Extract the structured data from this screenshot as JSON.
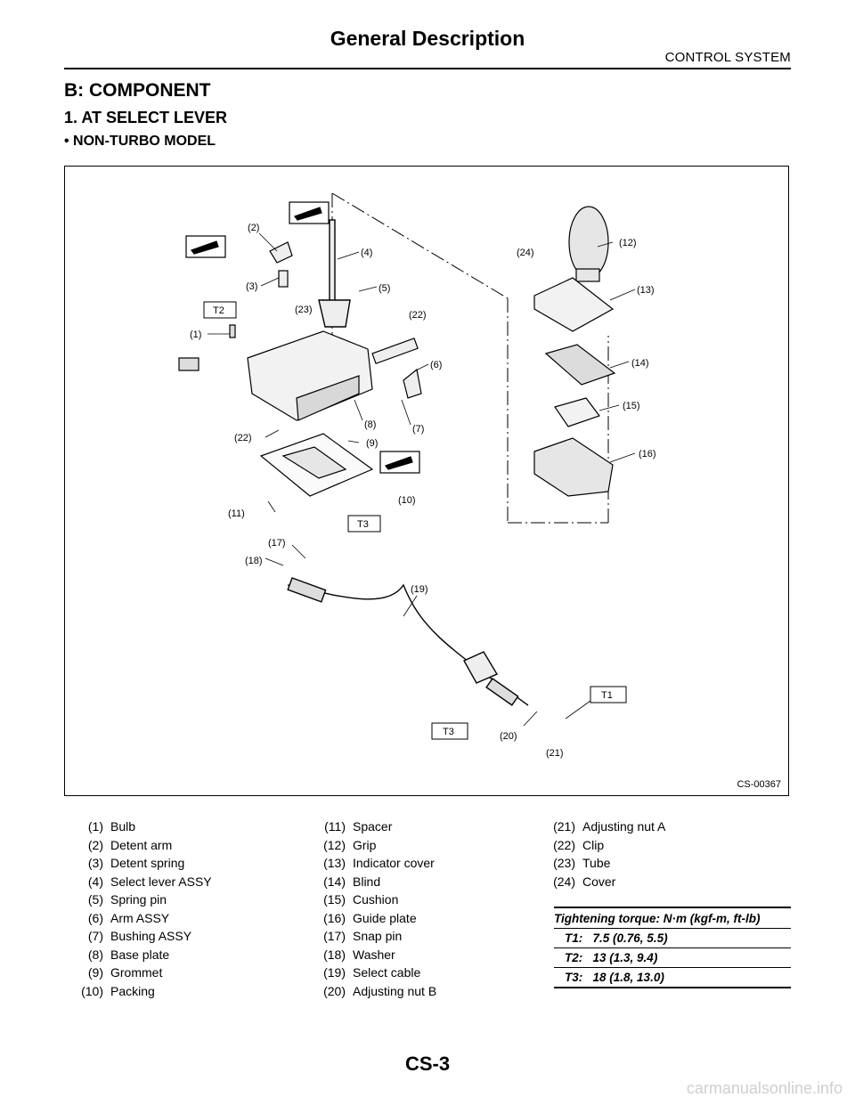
{
  "header": {
    "page_title": "General Description",
    "section_name": "CONTROL SYSTEM"
  },
  "headings": {
    "b": "B:  COMPONENT",
    "one": "1.  AT SELECT LEVER",
    "bullet": "• NON-TURBO MODEL"
  },
  "figure": {
    "id": "CS-00367",
    "callouts": [
      "(1)",
      "(2)",
      "(3)",
      "(4)",
      "(5)",
      "(6)",
      "(7)",
      "(8)",
      "(9)",
      "(10)",
      "(11)",
      "(12)",
      "(13)",
      "(14)",
      "(15)",
      "(16)",
      "(17)",
      "(18)",
      "(19)",
      "(20)",
      "(21)",
      "(22)",
      "(23)",
      "(24)"
    ],
    "torque_tags": [
      "T1",
      "T2",
      "T3"
    ]
  },
  "legend": [
    [
      {
        "num": "(1)",
        "name": "Bulb"
      },
      {
        "num": "(2)",
        "name": "Detent arm"
      },
      {
        "num": "(3)",
        "name": "Detent spring"
      },
      {
        "num": "(4)",
        "name": "Select lever ASSY"
      },
      {
        "num": "(5)",
        "name": "Spring pin"
      },
      {
        "num": "(6)",
        "name": "Arm ASSY"
      },
      {
        "num": "(7)",
        "name": "Bushing ASSY"
      },
      {
        "num": "(8)",
        "name": "Base plate"
      },
      {
        "num": "(9)",
        "name": "Grommet"
      },
      {
        "num": "(10)",
        "name": "Packing"
      }
    ],
    [
      {
        "num": "(11)",
        "name": "Spacer"
      },
      {
        "num": "(12)",
        "name": "Grip"
      },
      {
        "num": "(13)",
        "name": "Indicator cover"
      },
      {
        "num": "(14)",
        "name": "Blind"
      },
      {
        "num": "(15)",
        "name": "Cushion"
      },
      {
        "num": "(16)",
        "name": "Guide plate"
      },
      {
        "num": "(17)",
        "name": "Snap pin"
      },
      {
        "num": "(18)",
        "name": "Washer"
      },
      {
        "num": "(19)",
        "name": "Select cable"
      },
      {
        "num": "(20)",
        "name": "Adjusting nut B"
      }
    ],
    [
      {
        "num": "(21)",
        "name": "Adjusting nut A"
      },
      {
        "num": "(22)",
        "name": "Clip"
      },
      {
        "num": "(23)",
        "name": "Tube"
      },
      {
        "num": "(24)",
        "name": "Cover"
      }
    ]
  ],
  "torque": {
    "heading": "Tightening torque: N·m (kgf-m, ft-lb)",
    "rows": [
      {
        "tag": "T1:",
        "value": "7.5 (0.76, 5.5)"
      },
      {
        "tag": "T2:",
        "value": "13 (1.3, 9.4)"
      },
      {
        "tag": "T3:",
        "value": "18 (1.8, 13.0)"
      }
    ]
  },
  "footer": {
    "page_number": "CS-3",
    "watermark": "carmanualsonline.info"
  }
}
